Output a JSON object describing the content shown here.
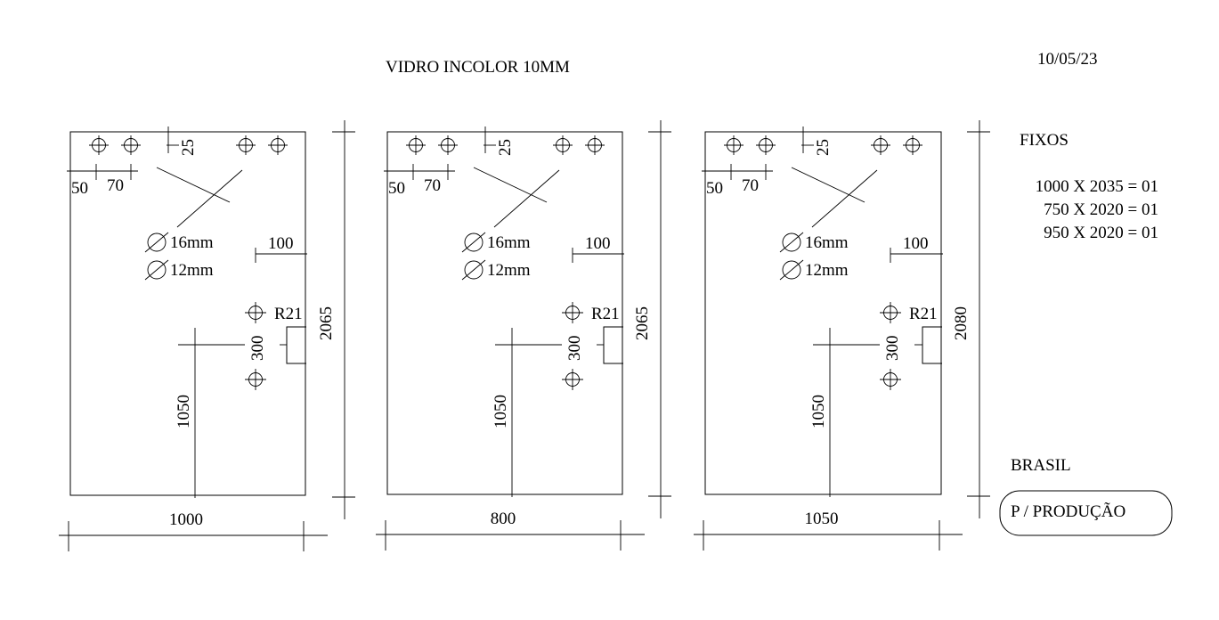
{
  "header": {
    "title": "VIDRO INCOLOR 10MM",
    "date": "10/05/23"
  },
  "legend": {
    "diameter_large": "16mm",
    "diameter_small": "12mm"
  },
  "panels": [
    {
      "width": "1000",
      "height": "2065",
      "hole_offset_1": "50",
      "hole_offset_2": "70",
      "top_offset": "25",
      "edge_offset": "100",
      "cutout_radius": "R21",
      "hole_spacing": "300",
      "cutout_height": "1050"
    },
    {
      "width": "800",
      "height": "2065",
      "hole_offset_1": "50",
      "hole_offset_2": "70",
      "top_offset": "25",
      "edge_offset": "100",
      "cutout_radius": "R21",
      "hole_spacing": "300",
      "cutout_height": "1050"
    },
    {
      "width": "1050",
      "height": "2080",
      "hole_offset_1": "50",
      "hole_offset_2": "70",
      "top_offset": "25",
      "edge_offset": "100",
      "cutout_radius": "R21",
      "hole_spacing": "300",
      "cutout_height": "1050"
    }
  ],
  "notes": {
    "heading": "FIXOS",
    "lines": [
      "1000 X 2035 = 01",
      "750 X 2020 = 01",
      "950 X 2020 = 01"
    ],
    "origin": "BRASIL",
    "stamp": "P / PRODUÇÃO"
  }
}
